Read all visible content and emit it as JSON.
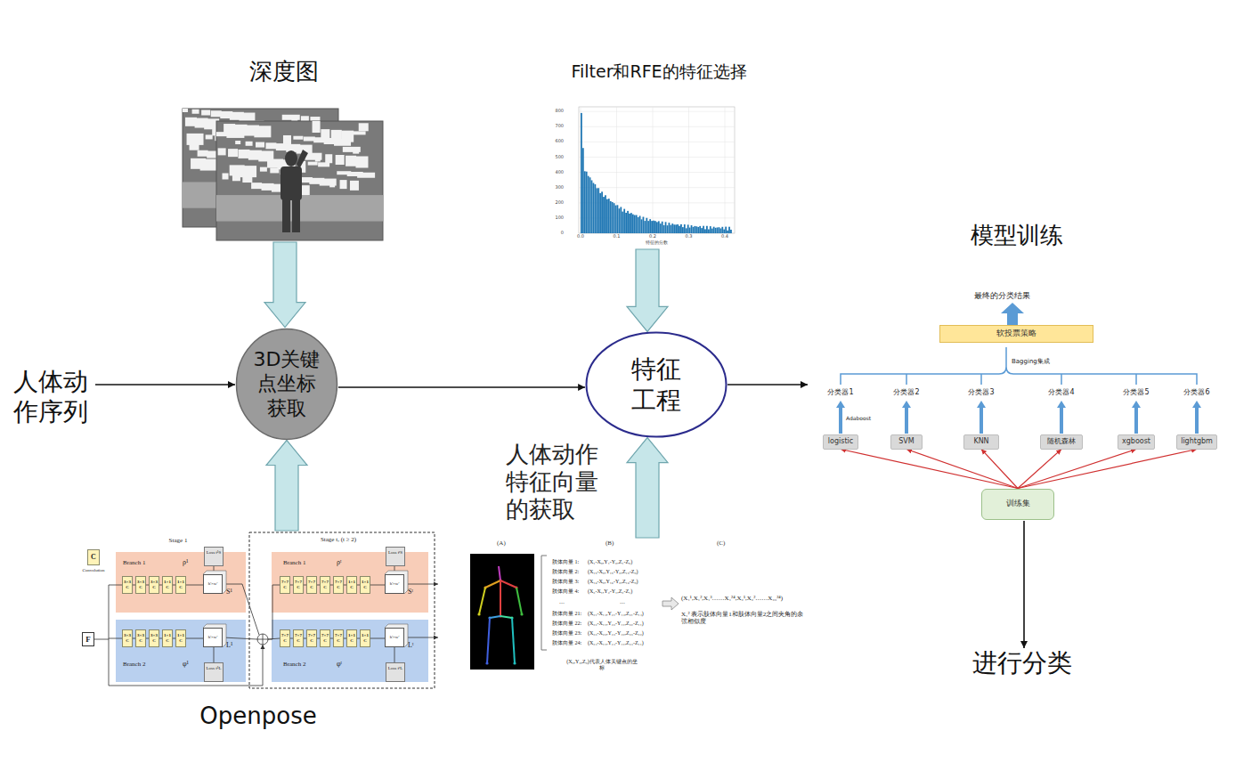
{
  "diagram": {
    "nodes": [
      {
        "text": [
          "深度图"
        ]
      },
      {
        "text": [
          "Filter和RFE的特征选择"
        ]
      },
      {
        "text": [
          "模型训练"
        ]
      },
      {
        "text": [
          "软投票策略"
        ],
        "in": 2
      },
      {
        "text": [
          "logistic"
        ],
        "in": 2
      },
      {
        "text": [
          "SVM"
        ],
        "in": 2
      },
      {
        "text": [
          "KNN"
        ],
        "in": 2
      },
      {
        "text": [
          "随机森林"
        ],
        "in": 2
      },
      {
        "text": [
          "xgboost"
        ],
        "in": 2
      },
      {
        "text": [
          "lightgbm"
        ],
        "in": 2
      },
      {
        "text": [
          "训练集"
        ],
        "in": 2
      },
      {
        "text": [
          "人体动作序列"
        ]
      },
      {
        "text": [
          "3D关键点坐标获取"
        ]
      },
      {
        "text": [
          "特征工程"
        ]
      },
      {
        "text": [
          "进行分类"
        ]
      },
      {
        "text": [
          "Openpose"
        ]
      },
      {
        "text": [
          "(A)",
          "(B)",
          "(C)"
        ]
      }
    ],
    "edges": [
      {
        "from": 0,
        "to": 12,
        "arrow": "to"
      },
      {
        "from": 15,
        "to": 12,
        "arrow": "to"
      },
      {
        "from": 11,
        "to": 12,
        "arrow": "to"
      },
      {
        "from": 12,
        "to": 13,
        "arrow": "to"
      },
      {
        "from": 1,
        "to": 13,
        "arrow": "to"
      },
      {
        "from": 16,
        "to": 13,
        "label": "人体动作特征向量的获取",
        "arrow": "to"
      },
      {
        "from": 13,
        "to": 2,
        "arrow": "to"
      },
      {
        "from": 2,
        "to": 14,
        "arrow": "to"
      },
      {
        "from": 10,
        "to": 4,
        "arrow": "to"
      },
      {
        "from": 10,
        "to": 5,
        "arrow": "to"
      },
      {
        "from": 10,
        "to": 6,
        "arrow": "to"
      },
      {
        "from": 10,
        "to": 7,
        "arrow": "to"
      },
      {
        "from": 10,
        "to": 8,
        "arrow": "to"
      },
      {
        "from": 10,
        "to": 9,
        "arrow": "to"
      }
    ],
    "labels": [
      "800",
      "700",
      "600",
      "500",
      "400",
      "300",
      "200",
      "100",
      "0",
      "0.0",
      "0.1",
      "0.2",
      "0.3",
      "0.4",
      "特征的分数",
      "最终的分类结果",
      "Bagging集成",
      "分类器1",
      "分类器2",
      "分类器3",
      "分类器4",
      "分类器5",
      "分类器6",
      "Adaboost",
      "Stage 1",
      "Stage t, (t ≥ 2)",
      "C",
      "Convolution",
      "F",
      "Branch 1",
      "ρ¹",
      "Branch 2",
      "φ¹",
      "Branch 1",
      "ρᵗ",
      "Branch 2",
      "φᵗ",
      "S¹",
      "L¹",
      "Sᵗ",
      "Lᵗ",
      "Loss f¹S",
      "Loss f¹L",
      "Loss fᵗS",
      "Loss fᵗL",
      "h'×w'",
      "h'×w'",
      "h'×w'",
      "h'×w'",
      "3×3 C",
      "3×3 C",
      "3×3 C",
      "1×1 C",
      "1×1 C",
      "3×3 C",
      "3×3 C",
      "3×3 C",
      "1×1 C",
      "1×1 C",
      "7×7 C",
      "7×7 C",
      "7×7 C",
      "7×7 C",
      "7×7 C",
      "1×1 C",
      "1×1 C",
      "7×7 C",
      "7×7 C",
      "7×7 C",
      "7×7 C",
      "7×7 C",
      "1×1 C",
      "1×1 C",
      "肢体向量 1:",
      "肢体向量 2:",
      "肢体向量 3:",
      "肢体向量 4:",
      "(X₁-X₀,Y₁-Y₀,Z₁-Z₀)",
      "(X₁₅-X₀,Y₁₅-Y₀,Z₁₅-Z₀)",
      "(X₁₆-X₀,Y₁₆-Y₀,Z₁₆-Z₀)",
      "(X₂-X₁,Y₂-Y₁,Z₂-Z₁)",
      "…",
      "…",
      "肢体向量 21:",
      "肢体向量 22:",
      "肢体向量 23:",
      "肢体向量 24:",
      "(X₂₁-X₁₄,Y₂₁-Y₁₄,Z₂₁-Z₁₄)",
      "(X₂₂-X₁₁,Y₂₂-Y₁₁,Z₂₂-Z₁₁)",
      "(X₂₃-X₂₂,Y₂₃-Y₂₂,Z₂₃-Z₂₂)",
      "(X₂₄-X₁₁,Y₂₄-Y₁₁,Z₂₄-Z₁₁)",
      "(X₀,Y₀,Z₀)代表人体关键点的坐标",
      "(X₁¹,X₁²,X₁³……X₁²⁴,X₂¹,X₂²……X₂₃²⁴)",
      "X₁² 表示肢体向量1和肢体向量2之间夹角的余弦相似度"
    ]
  }
}
